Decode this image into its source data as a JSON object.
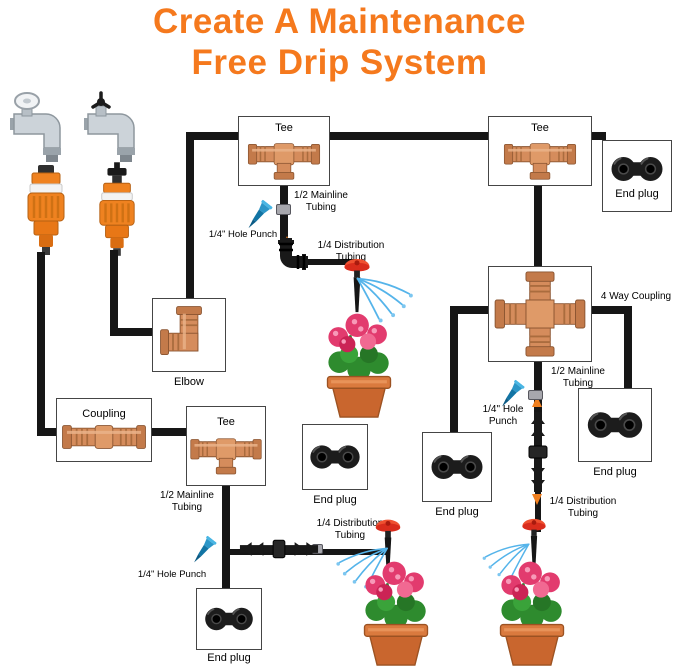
{
  "title": {
    "line1": "Create A Maintenance",
    "line2": "Free Drip System"
  },
  "labels": {
    "tee": "Tee",
    "end_plug": "End plug",
    "elbow": "Elbow",
    "coupling": "Coupling",
    "four_way_coupling": "4 Way Coupling",
    "half_mainline_tubing": "1/2 Mainline Tubing",
    "quarter_hole_punch": "1/4\" Hole Punch",
    "quarter_distribution_tubing": "1/4 Distribution Tubing"
  },
  "colors": {
    "title_orange": "#f5791d",
    "tubing_black": "#161616",
    "fitting_orange": "#d58c5c",
    "connector_orange": "#ef8220",
    "punch_blue": "#1274a4",
    "sprinkler_red": "#d92c1c",
    "spray_blue": "#55b4ea",
    "flower_pink": "#e23b6e",
    "leaf_green": "#2e8b2e",
    "pot_terracotta": "#c9662e"
  },
  "icons": [
    "faucet-round-handle-icon",
    "faucet-lever-handle-icon",
    "hose-quick-connector-icon",
    "tee-fitting-icon",
    "elbow-fitting-icon",
    "coupling-fitting-icon",
    "four-way-fitting-icon",
    "end-plug-icon",
    "hole-punch-icon",
    "barbed-elbow-icon",
    "barbed-coupling-icon",
    "sprinkler-emitter-icon",
    "water-spray-icon",
    "potted-geranium-icon",
    "insert-arrow-icon"
  ]
}
